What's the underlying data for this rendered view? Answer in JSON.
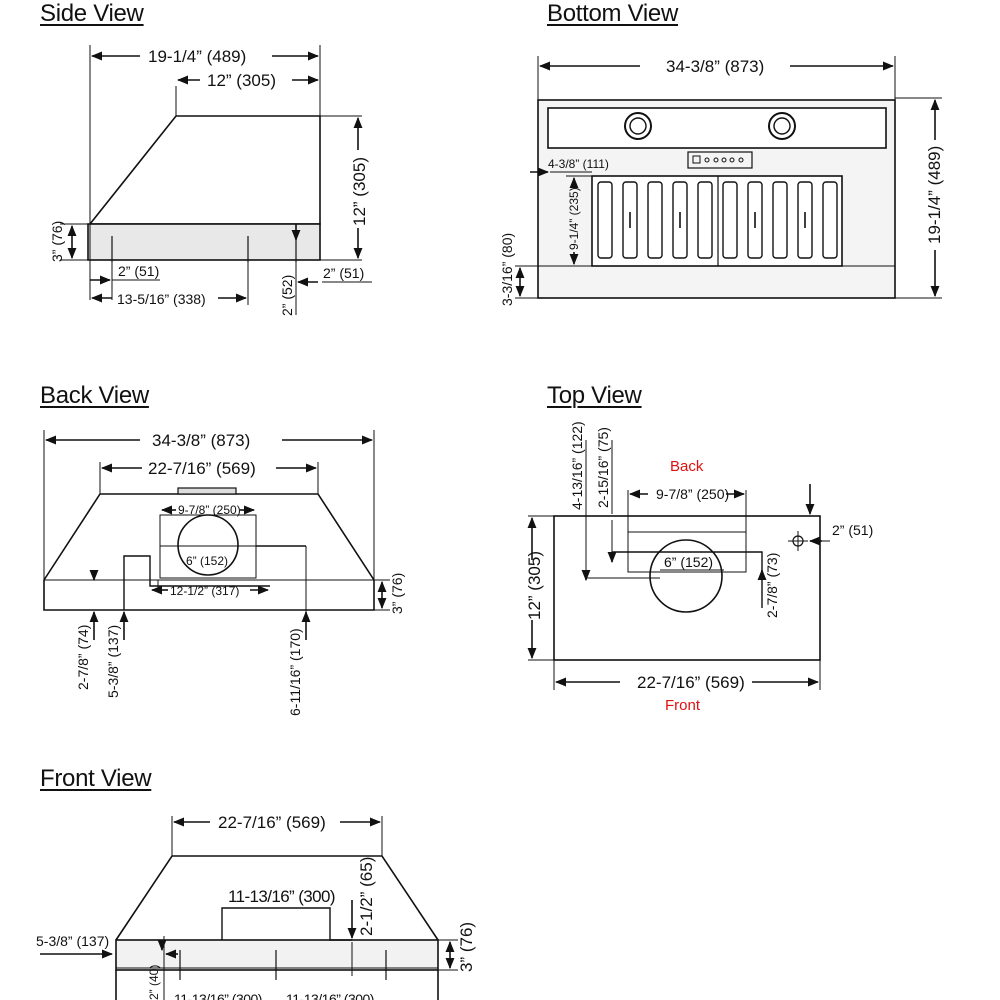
{
  "side": {
    "title": "Side View",
    "overall_depth": "19-1/4” (489)",
    "top_depth": "12” (305)",
    "height": "12” (305)",
    "lip": "3” (76)",
    "offset_left": "2” (51)",
    "offset_right": "2” (51)",
    "span": "13-5/16” (338)",
    "bottom_offset": "2” (52)"
  },
  "bottom": {
    "title": "Bottom View",
    "width": "34-3/8” (873)",
    "depth": "19-1/4” (489)",
    "filter_offset": "4-3/8” (111)",
    "filter_depth": "9-1/4” (235)",
    "front_strip": "3-3/16” (80)"
  },
  "back": {
    "title": "Back View",
    "width": "34-3/8” (873)",
    "top_width": "22-7/16” (569)",
    "duct_width": "9-7/8” (250)",
    "duct_dia": "6” (152)",
    "duct_offset": "12-1/2” (317)",
    "lip": "3” (76)",
    "d1": "2-7/8” (74)",
    "d2": "5-3/8” (137)",
    "d3": "6-11/16” (170)"
  },
  "top": {
    "title": "Top View",
    "back_label": "Back",
    "front_label": "Front",
    "d_122": "4-13/16” (122)",
    "d_75": "2-15/16” (75)",
    "duct_width": "9-7/8” (250)",
    "side_offset": "2” (51)",
    "depth": "12” (305)",
    "duct_dia": "6” (152)",
    "d_73": "2-7/8” (73)",
    "width": "22-7/16” (569)"
  },
  "front": {
    "title": "Front View",
    "top_width": "22-7/16” (569)",
    "inner": "11-13/16” (300)",
    "step": "2-1/2” (65)",
    "lip": "3” (76)",
    "side_offset": "5-3/8” (137)",
    "d_40": "2” (40)",
    "low_left": "11-13/16” (300)",
    "low_right": "11-13/16” (300)"
  }
}
